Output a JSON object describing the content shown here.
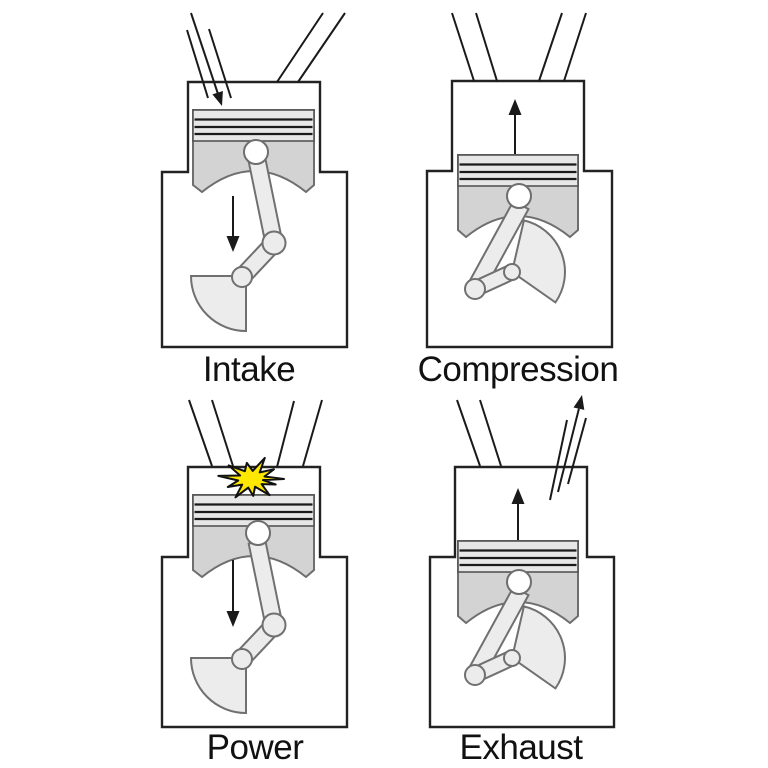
{
  "diagram": {
    "panels": [
      {
        "id": "intake",
        "label": "Intake"
      },
      {
        "id": "compression",
        "label": "Compression"
      },
      {
        "id": "power",
        "label": "Power"
      },
      {
        "id": "exhaust",
        "label": "Exhaust"
      }
    ]
  },
  "colors": {
    "background": "#ffffff",
    "box_outline": "#222222",
    "machine_outline": "#6e6e6e",
    "piston_fill": "#d3d3d3",
    "ring_band_fill": "#e7e7e7",
    "ring_line": "#1a1a1a",
    "linkage_fill": "#ececec",
    "explosion_fill": "#ffe800",
    "label_text": "#111111"
  }
}
